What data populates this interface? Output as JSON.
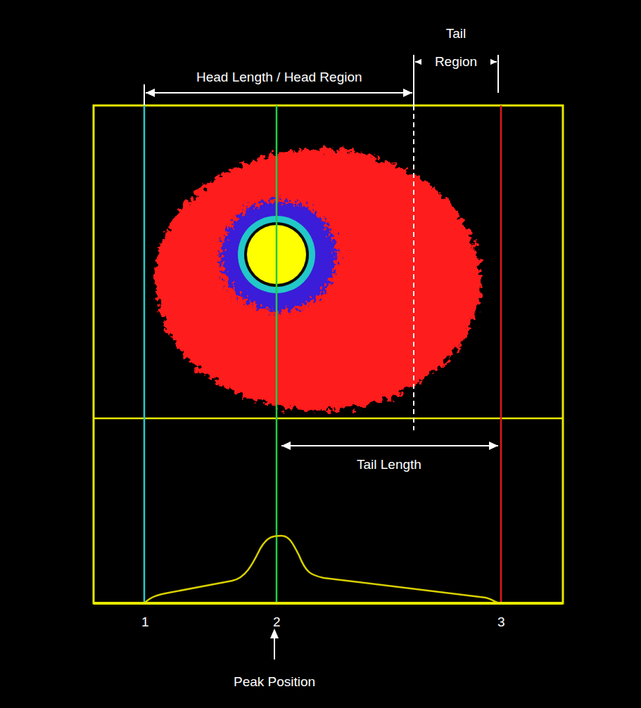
{
  "diagram": {
    "labels": [
      "Tail Region",
      "Head Length / Head Region",
      "Tail Length",
      "1",
      "2",
      "3",
      "Peak Position"
    ]
  }
}
